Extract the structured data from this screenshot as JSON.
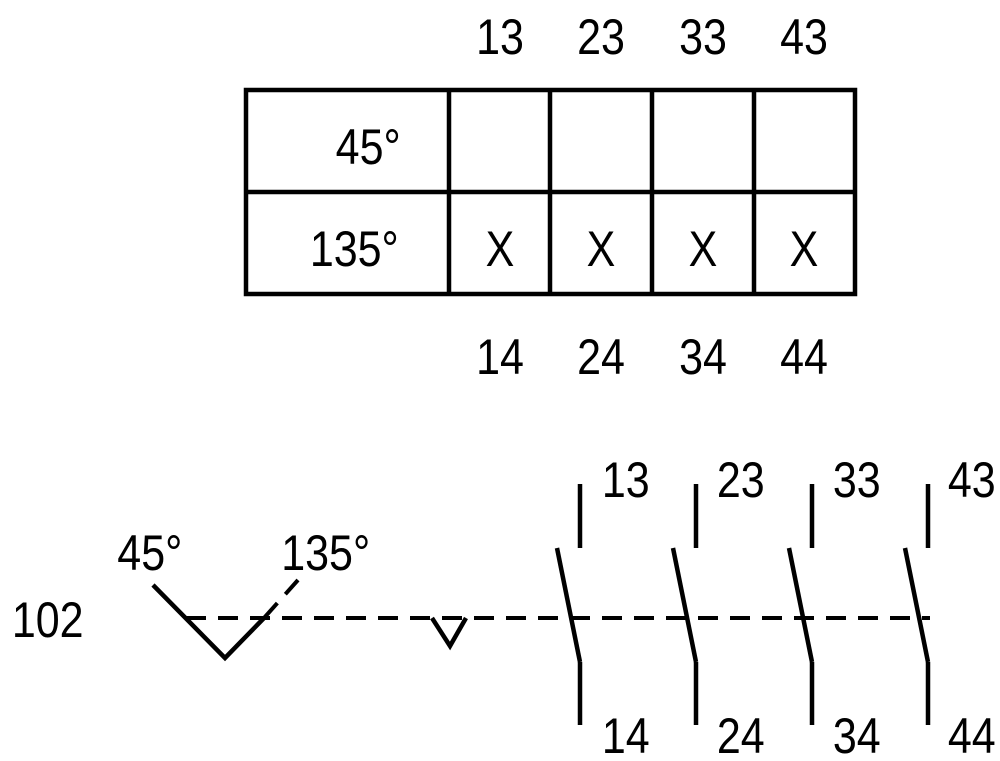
{
  "table": {
    "top_terminals": [
      "13",
      "23",
      "33",
      "43"
    ],
    "bottom_terminals": [
      "14",
      "24",
      "34",
      "44"
    ],
    "rows": [
      {
        "position": "45°",
        "marks": [
          "",
          "",
          "",
          ""
        ]
      },
      {
        "position": "135°",
        "marks": [
          "X",
          "X",
          "X",
          "X"
        ]
      }
    ]
  },
  "schematic": {
    "device_label": "102",
    "position_left": "45°",
    "position_right": "135°",
    "contacts": [
      {
        "top": "13",
        "bottom": "14"
      },
      {
        "top": "23",
        "bottom": "24"
      },
      {
        "top": "33",
        "bottom": "34"
      },
      {
        "top": "43",
        "bottom": "44"
      }
    ]
  }
}
